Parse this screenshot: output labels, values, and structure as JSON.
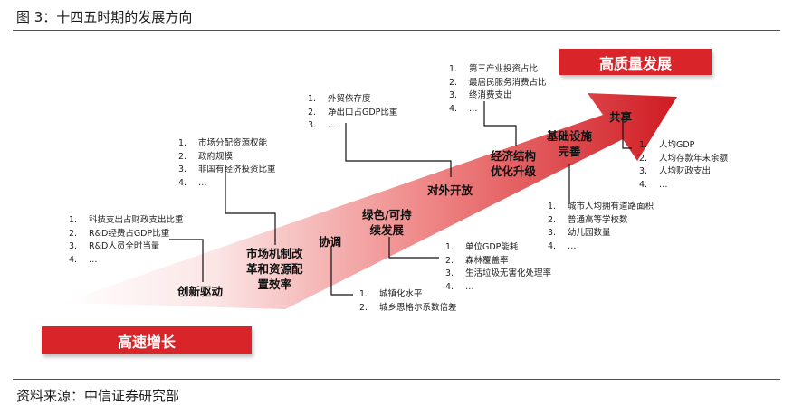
{
  "header": {
    "title": "图 3：十四五时期的发展方向"
  },
  "footer": {
    "source": "资料来源：中信证券研究部"
  },
  "banners": {
    "high": "高质量发展",
    "fast": "高速增长"
  },
  "stages": [
    {
      "id": "innovation",
      "lines": [
        "创新驱动"
      ]
    },
    {
      "id": "market",
      "lines": [
        "市场机制改",
        "革和资源配",
        "置效率"
      ]
    },
    {
      "id": "coordination",
      "lines": [
        "协调"
      ]
    },
    {
      "id": "green",
      "lines": [
        "绿色/可持",
        "续发展"
      ]
    },
    {
      "id": "opening",
      "lines": [
        "对外开放"
      ]
    },
    {
      "id": "structure",
      "lines": [
        "经济结构",
        "优化升级"
      ]
    },
    {
      "id": "infrastructure",
      "lines": [
        "基础设施",
        "完善"
      ]
    },
    {
      "id": "sharing",
      "lines": [
        "共享"
      ]
    }
  ],
  "lists": [
    {
      "id": "innovation",
      "items": [
        {
          "n": "1.",
          "t": "科技支出占财政支出比重"
        },
        {
          "n": "2.",
          "t": "R&D经费占GDP比重"
        },
        {
          "n": "3.",
          "t": "R&D人员全时当量"
        },
        {
          "n": "4.",
          "t": "…"
        }
      ]
    },
    {
      "id": "market",
      "items": [
        {
          "n": "1.",
          "t": "市场分配资源权能"
        },
        {
          "n": "2.",
          "t": "政府规模"
        },
        {
          "n": "3.",
          "t": "非国有经济投资比重"
        },
        {
          "n": "4.",
          "t": "…"
        }
      ]
    },
    {
      "id": "coordination",
      "items": [
        {
          "n": "1.",
          "t": "城镇化水平"
        },
        {
          "n": "2.",
          "t": "城乡恩格尔系数倍差"
        }
      ]
    },
    {
      "id": "green",
      "items": [
        {
          "n": "1.",
          "t": "单位GDP能耗"
        },
        {
          "n": "2.",
          "t": "森林覆盖率"
        },
        {
          "n": "3.",
          "t": "生活垃圾无害化处理率"
        },
        {
          "n": "4.",
          "t": "…"
        }
      ]
    },
    {
      "id": "opening",
      "items": [
        {
          "n": "1.",
          "t": "外贸依存度"
        },
        {
          "n": "2.",
          "t": "净出口占GDP比重"
        },
        {
          "n": "3.",
          "t": "…"
        }
      ]
    },
    {
      "id": "structure",
      "items": [
        {
          "n": "1.",
          "t": "第三产业投资占比"
        },
        {
          "n": "2.",
          "t": "最居民服务消费占比"
        },
        {
          "n": "3.",
          "t": "终消费支出"
        },
        {
          "n": "4.",
          "t": "…"
        }
      ]
    },
    {
      "id": "infrastructure",
      "items": [
        {
          "n": "1.",
          "t": "城市人均拥有道路面积"
        },
        {
          "n": "2.",
          "t": "普通高等学校数"
        },
        {
          "n": "3.",
          "t": "幼儿园数量"
        },
        {
          "n": "4.",
          "t": "…"
        }
      ]
    },
    {
      "id": "sharing",
      "items": [
        {
          "n": "1.",
          "t": "人均GDP"
        },
        {
          "n": "2.",
          "t": "人均存款年末余额"
        },
        {
          "n": "3.",
          "t": "人均财政支出"
        },
        {
          "n": "4.",
          "t": "…"
        }
      ]
    }
  ],
  "colors": {
    "accent": "#d9242a",
    "arrow_light": "#fbe3e3",
    "arrow_dark": "#d11f26"
  }
}
